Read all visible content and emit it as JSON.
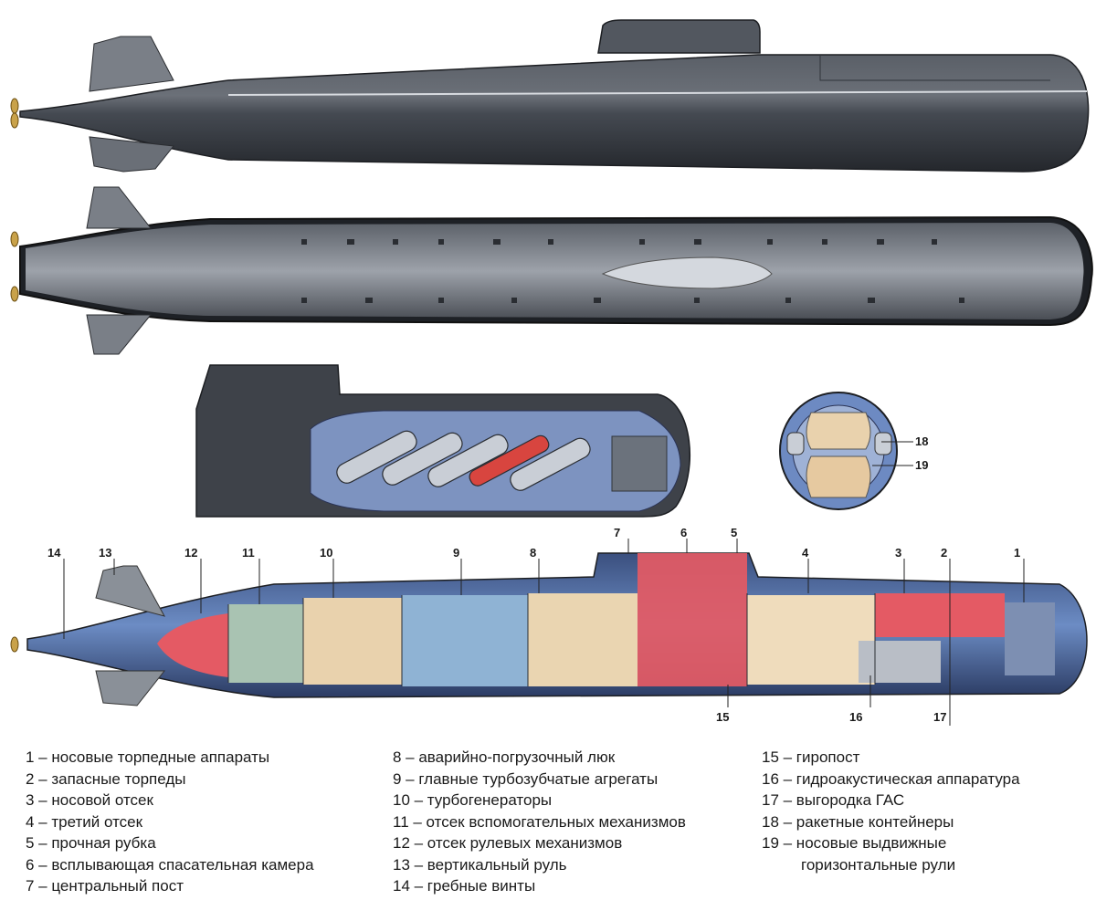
{
  "callouts": {
    "n1": "1",
    "n2": "2",
    "n3": "3",
    "n4": "4",
    "n5": "5",
    "n6": "6",
    "n7": "7",
    "n8": "8",
    "n9": "9",
    "n10": "10",
    "n11": "11",
    "n12": "12",
    "n13": "13",
    "n14": "14",
    "n15": "15",
    "n16": "16",
    "n17": "17",
    "n18": "18",
    "n19": "19"
  },
  "legend": {
    "col1": [
      "1 – носовые торпедные аппараты",
      "2 – запасные торпеды",
      "3 – носовой отсек",
      "4 – третий отсек",
      "5 – прочная рубка",
      "6 – всплывающая спасательная камера",
      "7 – центральный пост"
    ],
    "col2": [
      "8 – аварийно-погрузочный люк",
      "9 – главные турбозубчатые агрегаты",
      "10 – турбогенераторы",
      "11 – отсек вспомогательных механизмов",
      "12 – отсек рулевых механизмов",
      "13 – вертикальный руль",
      "14 – гребные винты"
    ],
    "col3": [
      "15 – гиропост",
      "16 – гидроакустическая аппаратура",
      "17 – выгородка ГАС",
      "18 – ракетные контейнеры",
      "19 – носовые выдвижные",
      "горизонтальные рули"
    ]
  },
  "colors": {
    "hull_dark": "#3c4047",
    "hull_light": "#8e949c",
    "cutaway_blue": "#5f7fb8",
    "compartment_red": "#e45a64",
    "compartment_beige": "#e9d2ad",
    "compartment_lightblue": "#8fb3d4",
    "compartment_green": "#a9c3b2"
  }
}
